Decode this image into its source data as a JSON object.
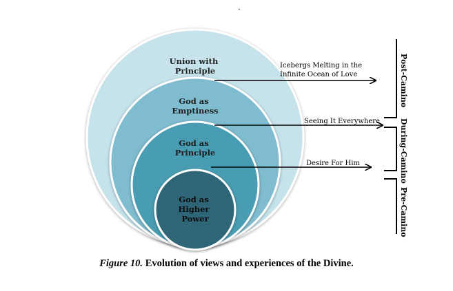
{
  "stray_mark": "`",
  "circles": [
    {
      "line1": "Union with",
      "line2": "Principle",
      "line3": "",
      "fill": "#c6e3ec",
      "text_color": "#222222"
    },
    {
      "line1": "God as",
      "line2": "Emptiness",
      "line3": "",
      "fill": "#7fbccf",
      "text_color": "#1c1c1c"
    },
    {
      "line1": "God as",
      "line2": "Principle",
      "line3": "",
      "fill": "#4a9db2",
      "text_color": "#1c1c1c"
    },
    {
      "line1": "God as",
      "line2": "Higher",
      "line3": "Power",
      "fill": "#2f6577",
      "text_color": "#0d0d0d"
    }
  ],
  "arrows": [
    {
      "line1": "Icebergs Melting in the",
      "line2": "Infinite Ocean of Love"
    },
    {
      "line1": "Seeing It Everywhere",
      "line2": ""
    },
    {
      "line1": "Desire For Him",
      "line2": ""
    }
  ],
  "phases": [
    {
      "label": "Post-Camino"
    },
    {
      "label": "During-Camino"
    },
    {
      "label": "Pre-Camino"
    }
  ],
  "caption": {
    "figure": "Figure 10.",
    "text": "Evolution of views and experiences of the Divine."
  }
}
